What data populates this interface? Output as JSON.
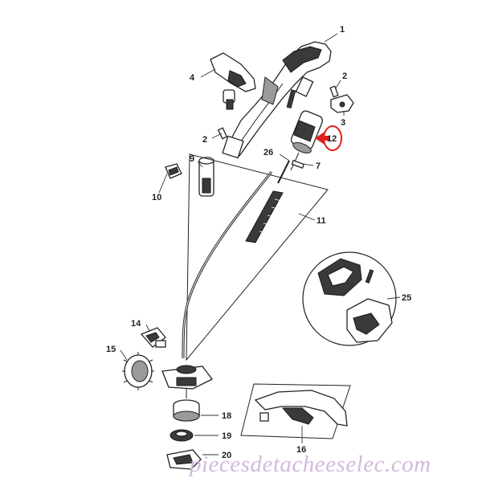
{
  "diagram": {
    "callouts": {
      "c1": "1",
      "c2a": "2",
      "c2b": "2",
      "c3": "3",
      "c4": "4",
      "c7": "7",
      "c9": "9",
      "c10": "10",
      "c11": "11",
      "c12": "12",
      "c14": "14",
      "c15": "15",
      "c16": "16",
      "c18": "18",
      "c19": "19",
      "c20": "20",
      "c25": "25",
      "c26": "26"
    },
    "highlight_color": "#e0201c"
  },
  "watermark": {
    "text": "piecesdetacheeselec.com"
  }
}
